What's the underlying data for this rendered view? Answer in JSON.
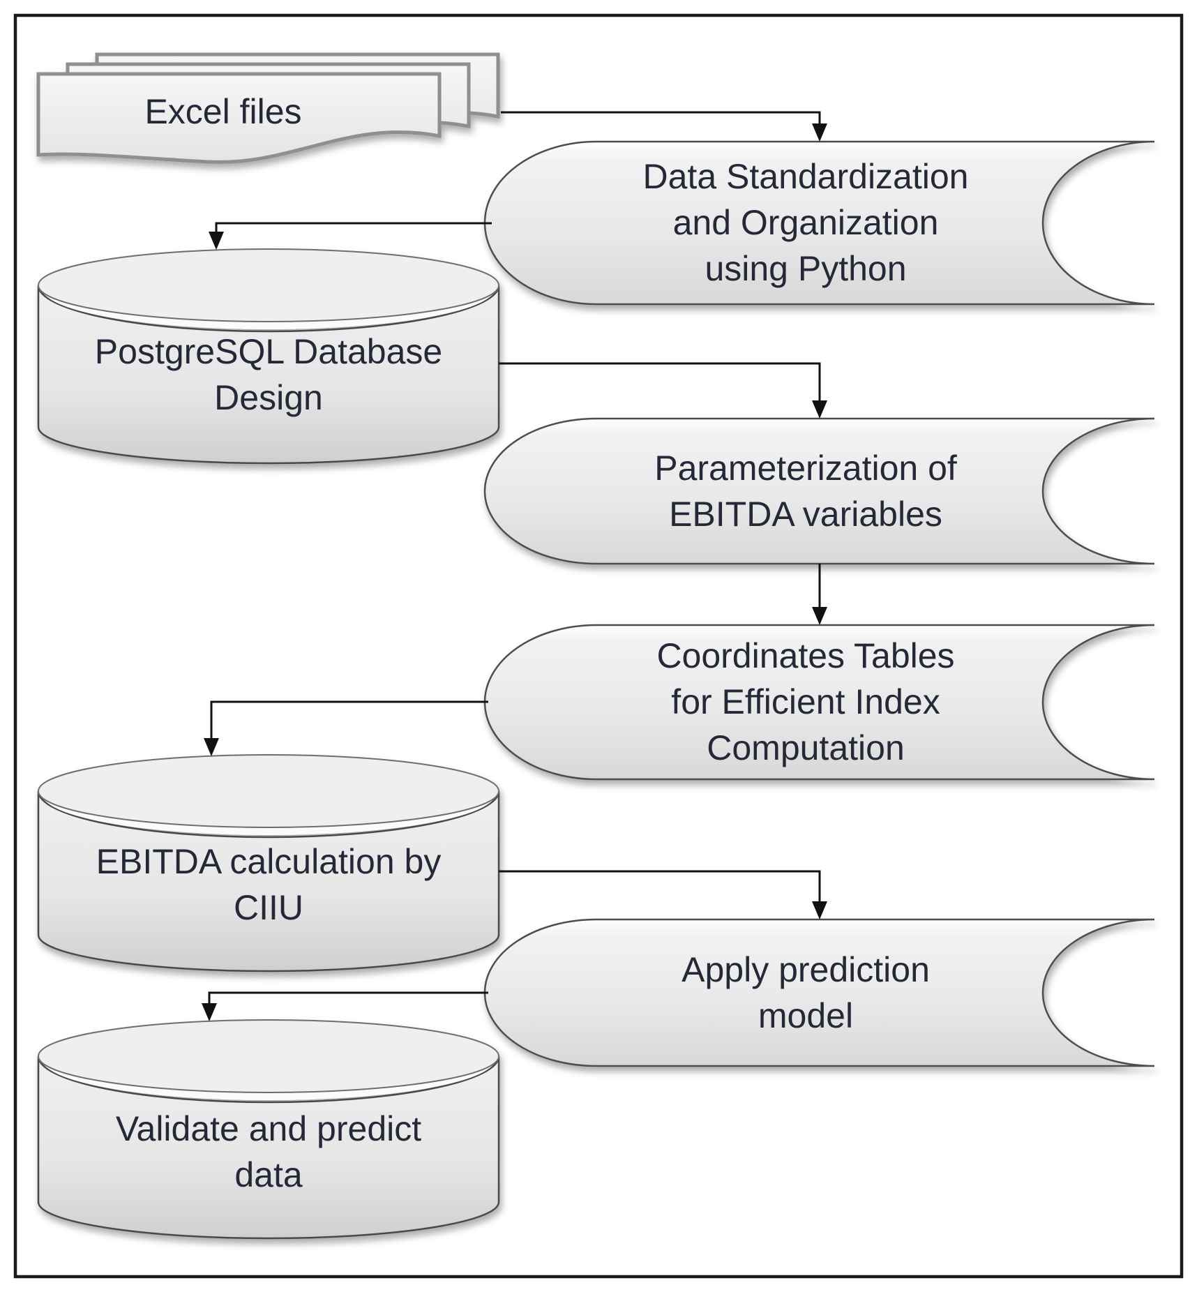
{
  "diagram": {
    "type": "flowchart",
    "nodes": [
      {
        "id": "excel-files",
        "shape": "multi-document",
        "lines": [
          "Excel files"
        ]
      },
      {
        "id": "data-standardization",
        "shape": "stored-data",
        "lines": [
          "Data Standardization",
          "and Organization",
          "using Python"
        ]
      },
      {
        "id": "postgresql-database-design",
        "shape": "database-cylinder",
        "lines": [
          "PostgreSQL Database",
          "Design"
        ]
      },
      {
        "id": "parameterization-of-ebitda-variables",
        "shape": "stored-data",
        "lines": [
          "Parameterization of",
          "EBITDA variables"
        ]
      },
      {
        "id": "coordinates-tables",
        "shape": "stored-data",
        "lines": [
          "Coordinates Tables",
          "for Efficient Index",
          "Computation"
        ]
      },
      {
        "id": "ebitda-calculation-by-ciiu",
        "shape": "database-cylinder",
        "lines": [
          "EBITDA calculation by",
          "CIIU"
        ]
      },
      {
        "id": "apply-prediction-model",
        "shape": "stored-data",
        "lines": [
          "Apply prediction",
          "model"
        ]
      },
      {
        "id": "validate-and-predict-data",
        "shape": "database-cylinder",
        "lines": [
          "Validate and predict",
          "data"
        ]
      }
    ],
    "edges": [
      {
        "from": "excel-files",
        "to": "data-standardization"
      },
      {
        "from": "data-standardization",
        "to": "postgresql-database-design"
      },
      {
        "from": "postgresql-database-design",
        "to": "parameterization-of-ebitda-variables"
      },
      {
        "from": "parameterization-of-ebitda-variables",
        "to": "coordinates-tables"
      },
      {
        "from": "coordinates-tables",
        "to": "ebitda-calculation-by-ciiu"
      },
      {
        "from": "ebitda-calculation-by-ciiu",
        "to": "apply-prediction-model"
      },
      {
        "from": "apply-prediction-model",
        "to": "validate-and-predict-data"
      }
    ],
    "colors": {
      "background": "#ffffff",
      "border": "#1a1a1a",
      "shape_fill": "#e9e9e9",
      "shape_fill_light": "#f8f8f8",
      "shape_stroke": "#4d4d4d",
      "arrow": "#111111",
      "text": "#232936"
    }
  }
}
